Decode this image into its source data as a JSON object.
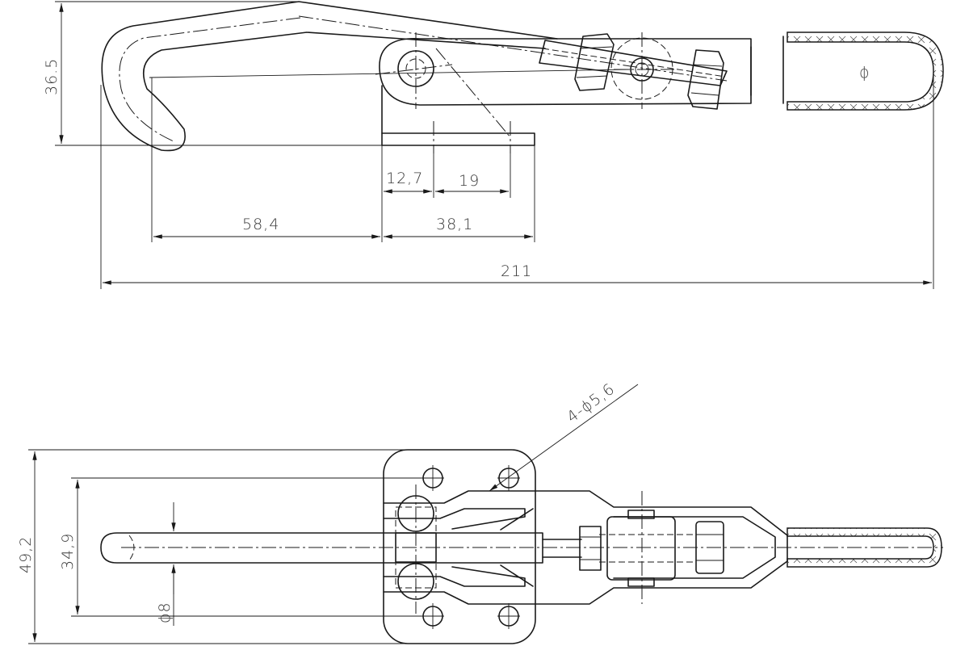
{
  "top_view": {
    "dims": {
      "height": "36.5",
      "base_offset": "12,7",
      "pivot_offset": "19",
      "hook_span": "58,4",
      "base_length": "38,1",
      "overall_length": "211"
    },
    "handle_mark": "ϕ"
  },
  "plan_view": {
    "dims": {
      "base_height": "49,2",
      "hole_spacing": "34,9",
      "rod_dia": "ϕ8",
      "holes": "4-ϕ5,6"
    }
  }
}
